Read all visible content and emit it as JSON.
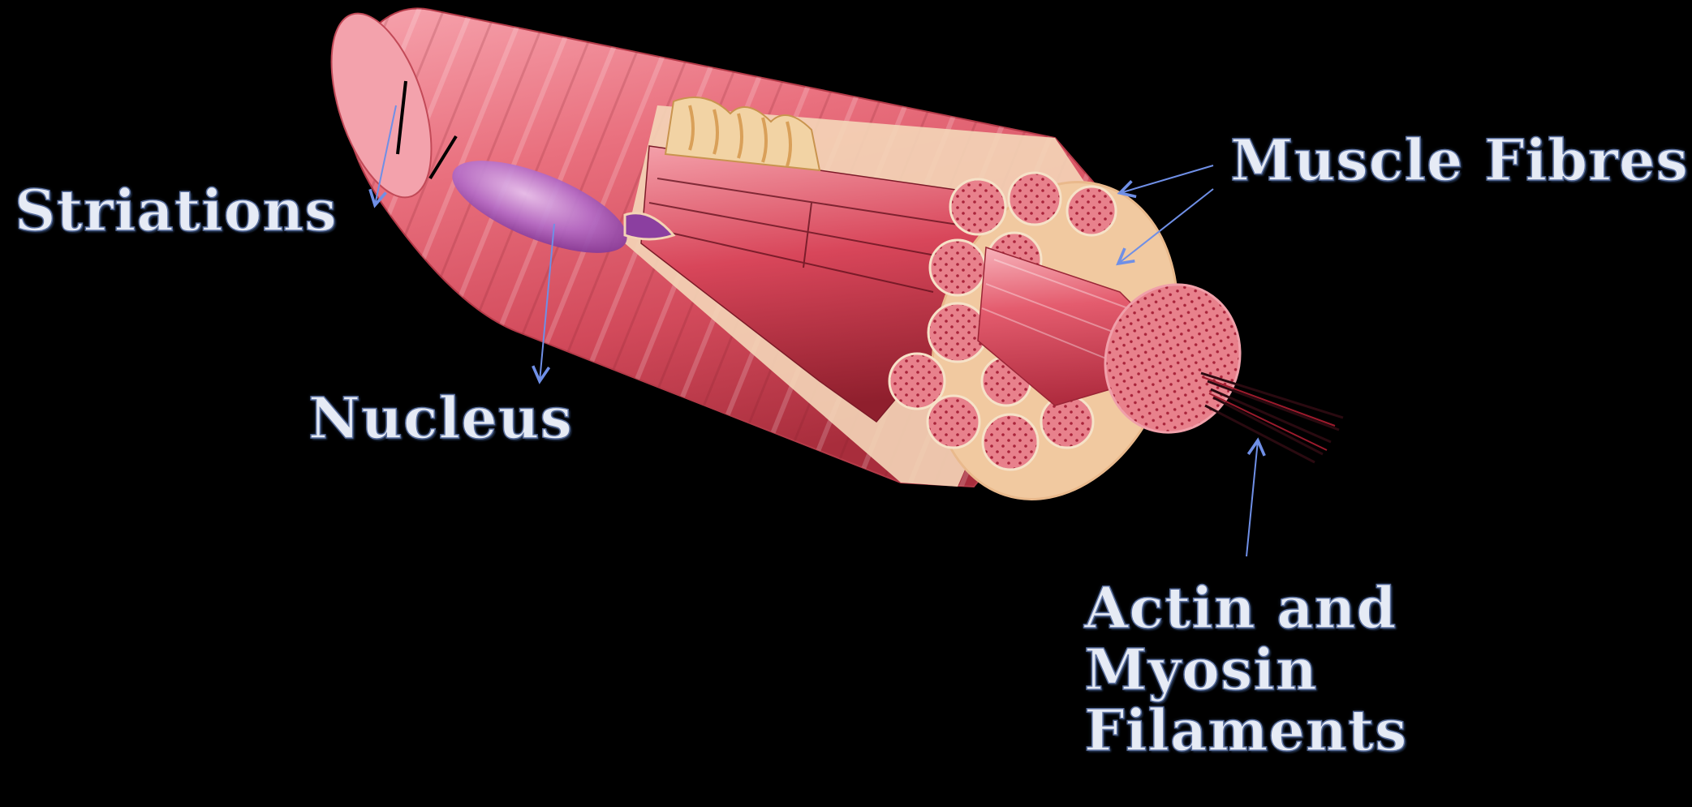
{
  "labels": {
    "striations": "Striations",
    "nucleus": "Nucleus",
    "muscle_fibres": "Muscle Fibres",
    "actin_myosin": [
      "Actin and",
      "Myosin",
      "Filaments"
    ]
  },
  "colors": {
    "background": "#000000",
    "label_text": "#e6ebf5",
    "label_outline": "#5a6f9e",
    "arrow": "#6f8fe6",
    "muscle_pink": "#e86a7a",
    "fibre_red": "#c8283a",
    "connective_tissue": "#f1c9a0",
    "nucleus_purple": "#9a4fb0"
  }
}
